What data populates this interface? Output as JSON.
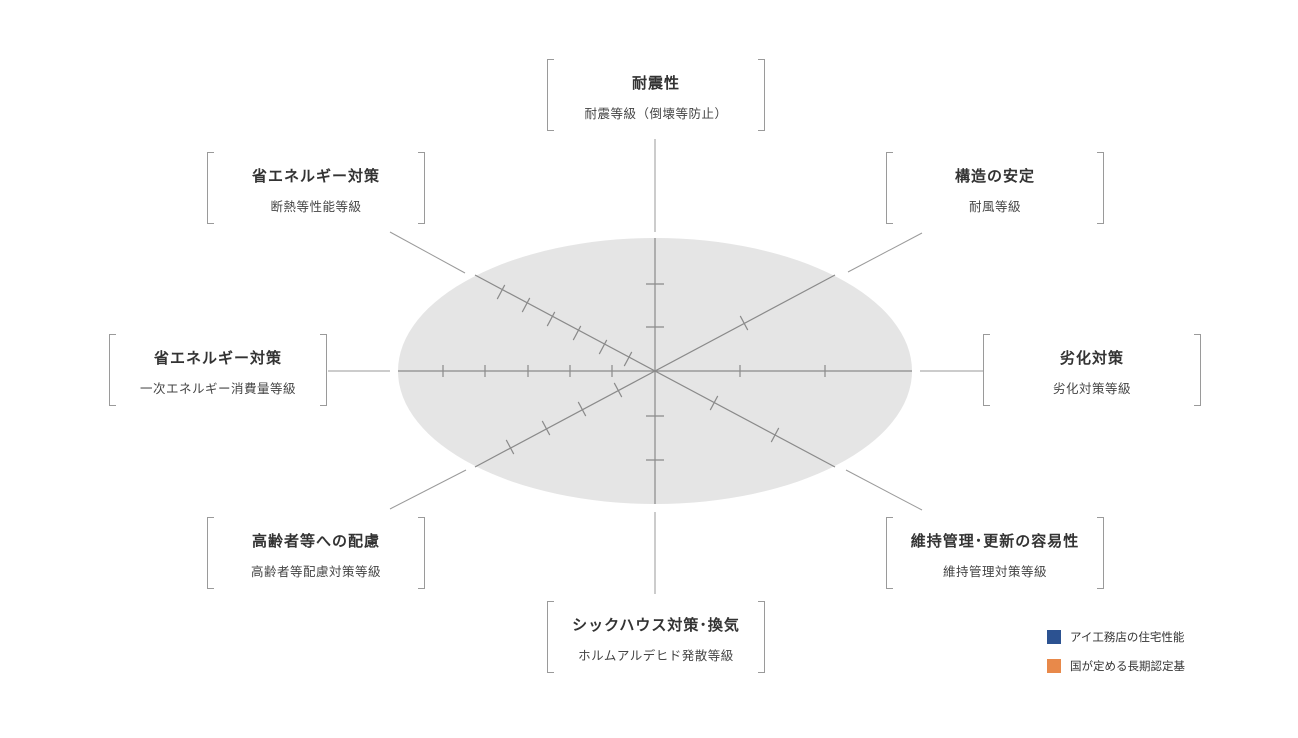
{
  "categories": [
    {
      "title": "耐震性",
      "subtitle": "耐震等級（倒壊等防止）"
    },
    {
      "title": "構造の安定",
      "subtitle": "耐風等級"
    },
    {
      "title": "劣化対策",
      "subtitle": "劣化対策等級"
    },
    {
      "title": "維持管理･更新の容易性",
      "subtitle": "維持管理対策等級"
    },
    {
      "title": "シックハウス対策･換気",
      "subtitle": "ホルムアルデヒド発散等級"
    },
    {
      "title": "高齢者等への配慮",
      "subtitle": "高齢者等配慮対策等級"
    },
    {
      "title": "省エネルギー対策",
      "subtitle": "一次エネルギー消費量等級"
    },
    {
      "title": "省エネルギー対策",
      "subtitle": "断熱等性能等級"
    }
  ],
  "legend": [
    {
      "label": "アイ工務店の住宅性能",
      "color": "#2c5291"
    },
    {
      "label": "国が定める長期認定基",
      "color": "#e8894a"
    }
  ],
  "colors": {
    "ellipse": "#e5e5e5",
    "axis": "#8a8a8a",
    "connector": "#9a9a9a"
  }
}
